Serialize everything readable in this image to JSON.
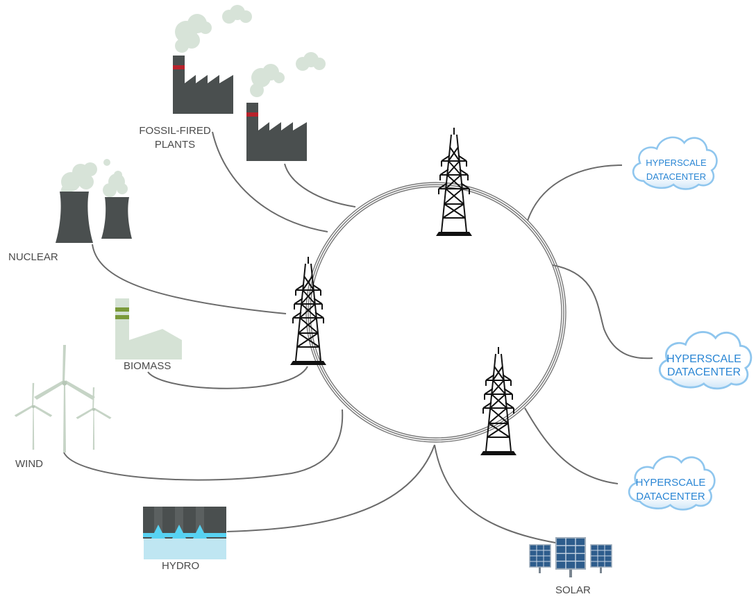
{
  "labels": {
    "fossil_line1": "FOSSIL-FIRED",
    "fossil_line2": "PLANTS",
    "nuclear": "NUCLEAR",
    "biomass": "BIOMASS",
    "wind": "WIND",
    "hydro": "HYDRO",
    "solar": "SOLAR"
  },
  "clouds": [
    {
      "line1": "HYPERSCALE",
      "line2": "DATACENTER"
    },
    {
      "line1": "HYPERSCALE",
      "line2": "DATACENTER"
    },
    {
      "line1": "HYPERSCALE",
      "line2": "DATACENTER"
    }
  ],
  "colors": {
    "factory": "#4a4f4f",
    "smoke": "#d7e3d8",
    "stripe_red": "#b8222b",
    "biomass": "#d5e2d5",
    "biomass_stripe": "#7a9a3a",
    "wind": "#c6d4c6",
    "hydro_dam": "#4a4f4f",
    "hydro_water": "#bfe6f2",
    "hydro_water_bright": "#57d2f2",
    "solar_panel": "#2d5c8c",
    "cloud_fill": "#ffffff",
    "cloud_edge": "#8fc6ee",
    "cloud_text": "#2a86d4",
    "line": "#6a6a6a",
    "tower": "#111111"
  }
}
